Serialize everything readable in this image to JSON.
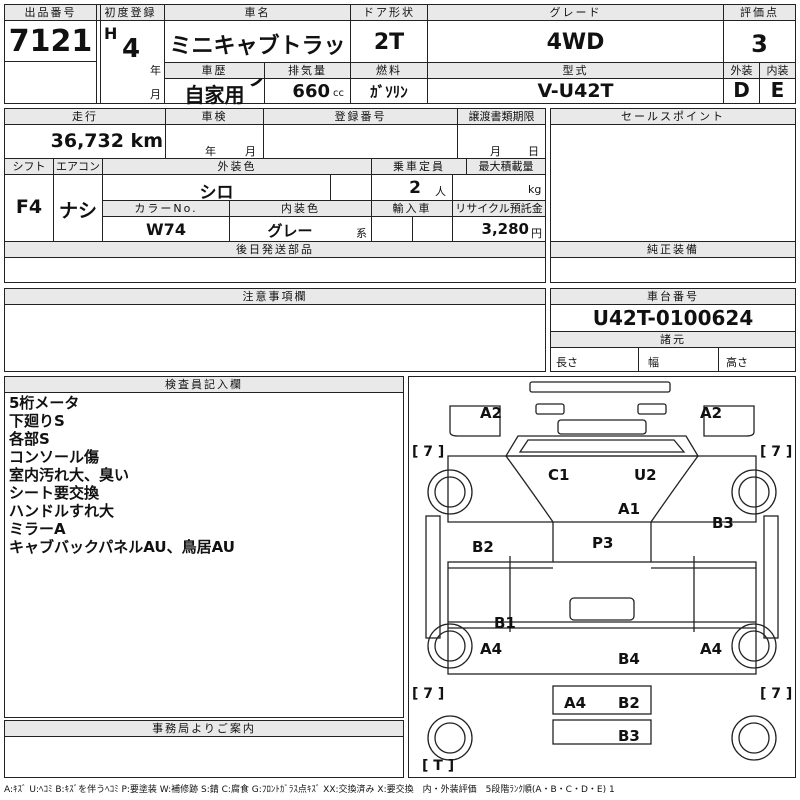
{
  "header": {
    "lot_no": {
      "label": "出品番号",
      "value": "7121"
    },
    "first_reg": {
      "label": "初度登録",
      "era": "H",
      "year": "4",
      "year_unit": "年",
      "month_unit": "月"
    },
    "car_name": {
      "label": "車名",
      "value": "ミニキャブトラック"
    },
    "door": {
      "label": "ドア形状",
      "value": "2T"
    },
    "grade": {
      "label": "グレード",
      "value": "4WD"
    },
    "score": {
      "label": "評価点",
      "value": "3"
    },
    "history": {
      "label": "車歴",
      "value": "自家用"
    },
    "displacement": {
      "label": "排気量",
      "value": "660",
      "unit": "cc"
    },
    "fuel": {
      "label": "燃料",
      "value": "ｶﾞｿﾘﾝ"
    },
    "model": {
      "label": "型式",
      "value": "V-U42T"
    },
    "exterior": {
      "label": "外装",
      "value": "D"
    },
    "interior": {
      "label": "内装",
      "value": "E"
    }
  },
  "row2": {
    "mileage": {
      "label": "走行",
      "value": "36,732 km"
    },
    "inspection": {
      "label": "車検",
      "year_unit": "年",
      "month_unit": "月"
    },
    "reg_no": {
      "label": "登録番号"
    },
    "transfer": {
      "label": "譲渡書類期限",
      "month_unit": "月",
      "day_unit": "日"
    },
    "sales_point": {
      "label": "セールスポイント"
    },
    "shift": {
      "label": "シフト",
      "value": "F4"
    },
    "aircon": {
      "label": "エアコン",
      "value": "ナシ"
    },
    "ext_color": {
      "label": "外装色",
      "value": "シロ"
    },
    "capacity": {
      "label": "乗車定員",
      "value": "2",
      "unit": "人"
    },
    "max_load": {
      "label": "最大積載量",
      "unit": "kg"
    },
    "color_no": {
      "label": "カラーNo.",
      "value": "W74"
    },
    "int_color": {
      "label": "内装色",
      "value": "グレー",
      "unit": "系"
    },
    "import": {
      "label": "輸入車"
    },
    "recycle": {
      "label": "リサイクル預託金",
      "value": "3,280",
      "unit": "円"
    },
    "later_parts": {
      "label": "後日発送部品"
    },
    "genuine": {
      "label": "純正装備"
    }
  },
  "notes": {
    "label": "注意事項欄"
  },
  "chassis": {
    "label": "車台番号",
    "value": "U42T-0100624",
    "dims_label": "諸元",
    "length": "長さ",
    "width": "幅",
    "height": "高さ"
  },
  "inspector": {
    "label": "検査員記入欄",
    "lines": [
      "5桁メータ",
      "下廻りS",
      "各部S",
      "コンソール傷",
      "室内汚れ大、臭い",
      "シート要交換",
      "ハンドルすれ大",
      "ミラーA",
      "キャブバックパネルAU、鳥居AU"
    ]
  },
  "office": {
    "label": "事務局よりご案内"
  },
  "diagram": {
    "marks": [
      "A2",
      "A2",
      "[ 7 ]",
      "[ 7 ]",
      "C1",
      "U2",
      "A1",
      "B3",
      "B2",
      "P3",
      "B1",
      "A4",
      "A4",
      "B4",
      "[ 7 ]",
      "[ 7 ]",
      "A4",
      "B2",
      "B3",
      "[ T ]"
    ]
  },
  "legend": "A:ｷｽﾞ U:ﾍｺﾐ B:ｷｽﾞを伴うﾍｺﾐ P:要塗装 W:補修跡 S:錆 C:腐食 G:ﾌﾛﾝﾄｶﾞﾗｽ点ｷｽﾞ XX:交換済み X:要交換　内・外装評価　5段階ﾗﾝｸ順(A・B・C・D・E) 1"
}
